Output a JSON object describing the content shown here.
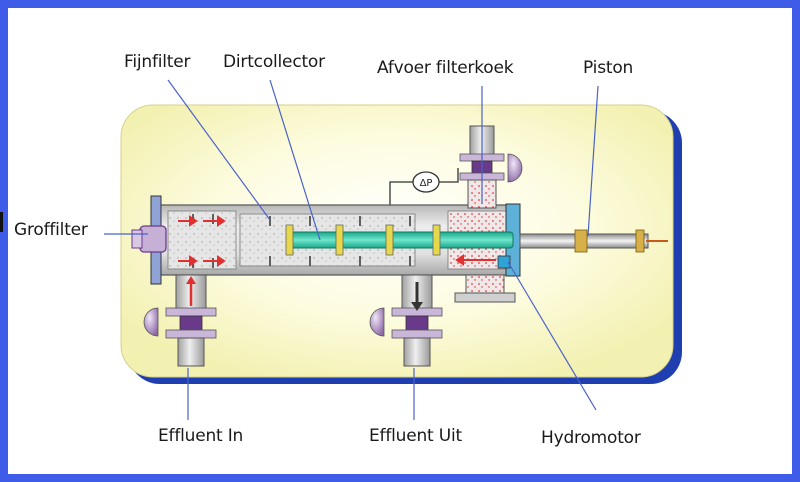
{
  "labels": {
    "fijnfilter": "Fijnfilter",
    "dirtcollector": "Dirtcollector",
    "afvoer_filterkoek": "Afvoer filterkoek",
    "piston": "Piston",
    "groffilter": "Groffilter",
    "effluent_in": "Effluent In",
    "effluent_uit": "Effluent Uit",
    "hydromotor": "Hydromotor",
    "delta_p": "ΔP"
  },
  "colors": {
    "frame": "#3f5ce8",
    "panel": "#fcfbd2",
    "panel_shadow": "#1f3fb0",
    "pipe_body": "#d9d9d9",
    "collector": "#33c9a8",
    "leader_line": "#4a62c8",
    "flow_arrow": "#e03030",
    "valve": "#6a3a8a",
    "actuator": "#c9b6d8"
  }
}
